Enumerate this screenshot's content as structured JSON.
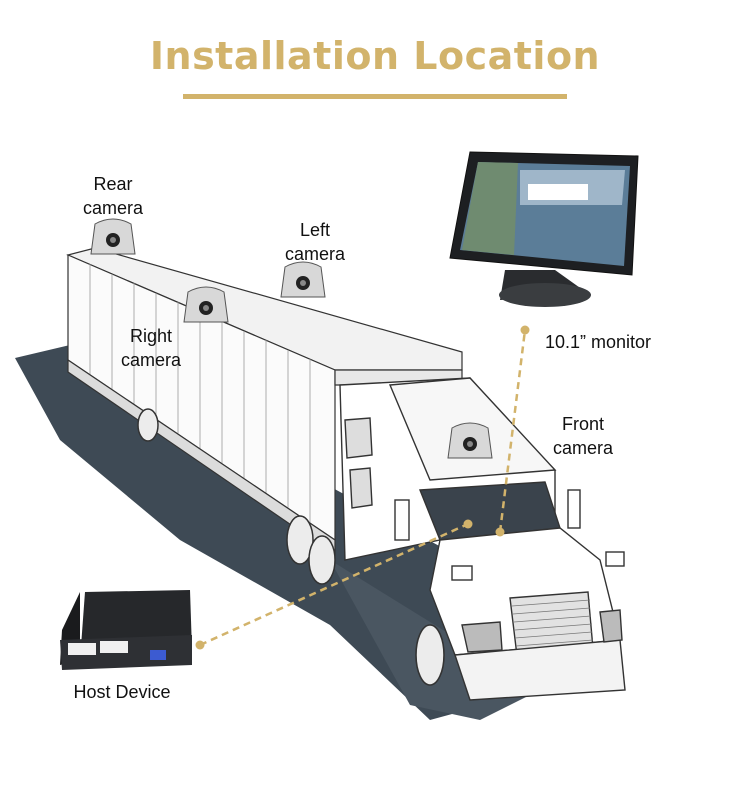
{
  "title": "Installation Location",
  "labels": {
    "rear_camera_l1": "Rear",
    "rear_camera_l2": "camera",
    "left_camera_l1": "Left",
    "left_camera_l2": "camera",
    "right_camera_l1": "Right",
    "right_camera_l2": "camera",
    "monitor": "10.1” monitor",
    "front_camera_l1": "Front",
    "front_camera_l2": "camera",
    "host_device": "Host Device"
  },
  "colors": {
    "accent": "#d2b36b",
    "shadow": "#3e4a55",
    "truck_line": "#333333"
  },
  "icons": [
    "camera-icon",
    "monitor-icon",
    "host-device-icon",
    "truck-illustration"
  ]
}
